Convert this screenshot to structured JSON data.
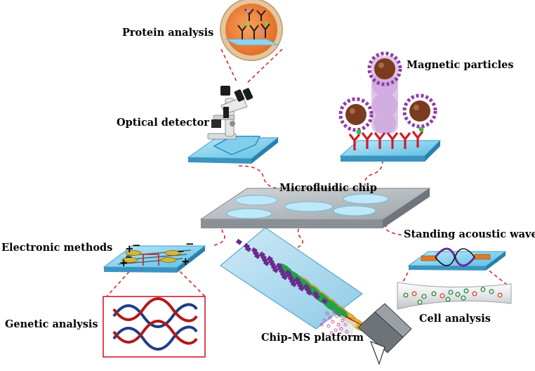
{
  "labels": {
    "protein_analysis": "Protein analysis",
    "optical_detector": "Optical detector",
    "magnetic_particles": "Magnetic particles",
    "microfluidic_chip": "Microfluidic chip",
    "electronic_methods": "Electronic methods",
    "standing_acoustic_wave": "Standing acoustic wave",
    "genetic_analysis": "Genetic analysis",
    "chip_ms_platform": "Chip-MS platform",
    "cell_analysis": "Cell analysis"
  },
  "colors": {
    "connector": "#d42a2a",
    "chip": "#b3b8bd",
    "substrate": "#7fd0ee",
    "antibody": "#d01a2a",
    "magnetic_core": "#7a3b1f",
    "magnetic_shell": "#8e3ea8",
    "dna_red": "#b01a1a",
    "dna_blue": "#1f3d8a",
    "lane_purple": "#6a2a90",
    "lane_green": "#22a04a",
    "lane_gold": "#e7b522"
  },
  "icons": {
    "optical": "microscope-icon",
    "mass_spec": "mass-spectrometer-icon",
    "acoustic": "acoustic-wave-icon",
    "electrode": "electrode-icon"
  }
}
